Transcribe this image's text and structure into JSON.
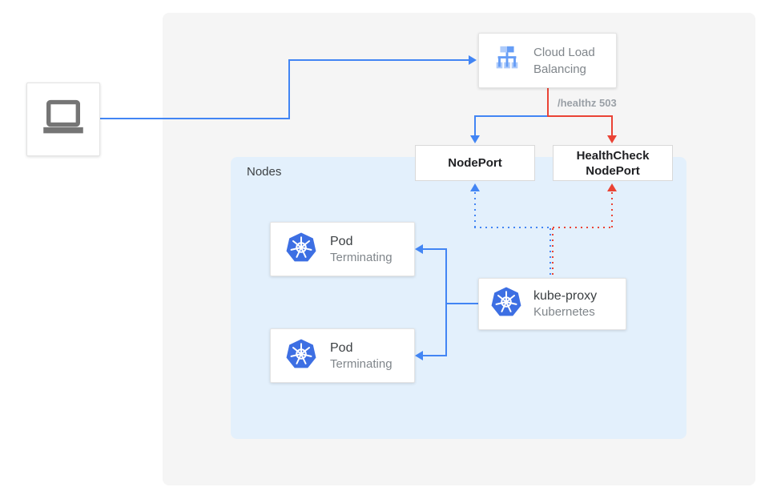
{
  "colors": {
    "blue": "#4285f4",
    "red": "#ea4335",
    "k8s_blue": "#3d6fe3",
    "clb_light": "#aecbfa",
    "clb_mid": "#669df6",
    "canvas_bg": "#f5f5f5",
    "nodes_bg": "#e3f0fc",
    "text_dark": "#3c4043",
    "text_black": "#202124",
    "text_gray": "#80868b",
    "healthz_gray": "#9aa0a6",
    "laptop_gray": "#757575"
  },
  "diagram": {
    "client": {
      "icon": "laptop-icon"
    },
    "cloud_load_balancing": {
      "title": "Cloud Load Balancing",
      "icon": "load-balancer-icon"
    },
    "healthz_label": "/healthz 503",
    "nodeport": {
      "label": "NodePort"
    },
    "healthcheck_nodeport": {
      "label": "HealthCheck NodePort"
    },
    "nodes_group": {
      "label": "Nodes"
    },
    "pods": [
      {
        "title": "Pod",
        "status": "Terminating",
        "icon": "kubernetes-icon"
      },
      {
        "title": "Pod",
        "status": "Terminating",
        "icon": "kubernetes-icon"
      }
    ],
    "kube_proxy": {
      "title": "kube-proxy",
      "subtitle": "Kubernetes",
      "icon": "kubernetes-icon"
    }
  }
}
